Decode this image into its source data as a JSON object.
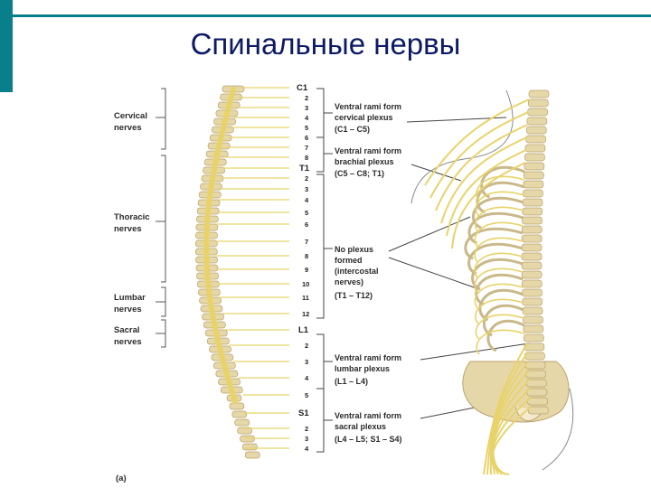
{
  "title": "Спинальные нервы",
  "panel_label": "(a)",
  "groups": {
    "cervical": [
      "Cervical",
      "nerves"
    ],
    "thoracic": [
      "Thoracic",
      "nerves"
    ],
    "lumbar": [
      "Lumbar",
      "nerves"
    ],
    "sacral": [
      "Sacral",
      "nerves"
    ]
  },
  "levels": {
    "c1": "C1",
    "t1": "T1",
    "l1": "L1",
    "s1": "S1",
    "cervical": [
      "2",
      "3",
      "4",
      "5",
      "6",
      "7",
      "8"
    ],
    "thoracic": [
      "2",
      "3",
      "4",
      "5",
      "6",
      "7",
      "8",
      "9",
      "10",
      "11",
      "12"
    ],
    "lumbar": [
      "2",
      "3",
      "4",
      "5"
    ],
    "sacral": [
      "2",
      "3",
      "4"
    ]
  },
  "annotations": {
    "cervical_plexus": [
      "Ventral rami form",
      "cervical plexus",
      "(C1 – C5)"
    ],
    "brachial_plexus": [
      "Ventral rami form",
      "brachial plexus",
      "(C5 – C8; T1)"
    ],
    "no_plexus": [
      "No plexus",
      "formed",
      "(intercostal",
      "nerves)",
      "(T1 – T12)"
    ],
    "lumbar_plexus": [
      "Ventral rami form",
      "lumbar plexus",
      "(L1 – L4)"
    ],
    "sacral_plexus": [
      "Ventral rami form",
      "sacral plexus",
      "(L4 – L5; S1 – S4)"
    ]
  },
  "colors": {
    "accent": "#0a7f8c",
    "title": "#0d1a66",
    "nerve": "#e8d36a",
    "bone": "#e6d7a8"
  }
}
